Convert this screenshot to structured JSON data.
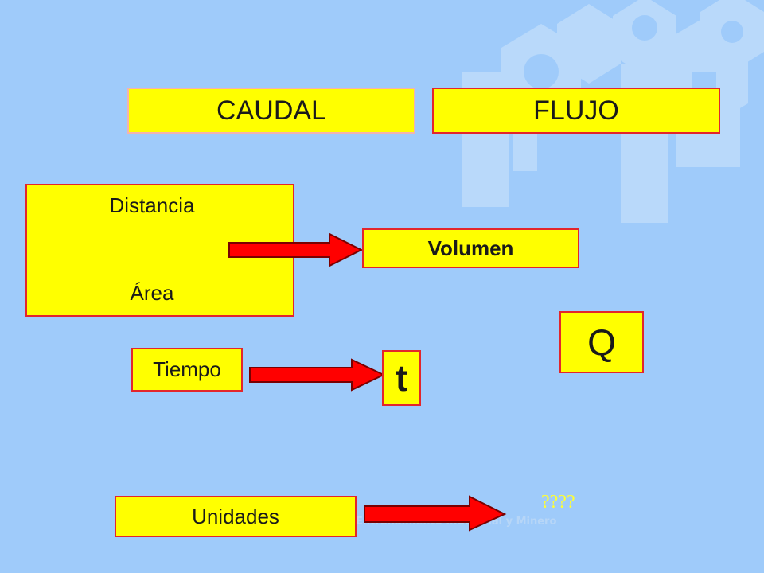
{
  "titles": {
    "caudal": "CAUDAL",
    "flujo": "FLUJO"
  },
  "concepts": {
    "distancia": "Distancia",
    "area": "Área",
    "volumen": "Volumen",
    "tiempo": "Tiempo",
    "t_symbol": "t",
    "q_symbol": "Q",
    "unidades": "Unidades",
    "unknown": "????"
  },
  "watermark": "Entrenamiento Industrial y Minero",
  "colors": {
    "background": "#9FCBFA",
    "box_fill": "#FFFF00",
    "box_border": "#E3262B",
    "arrow_fill": "#FF0000",
    "unknown_text": "#FFFF33"
  }
}
